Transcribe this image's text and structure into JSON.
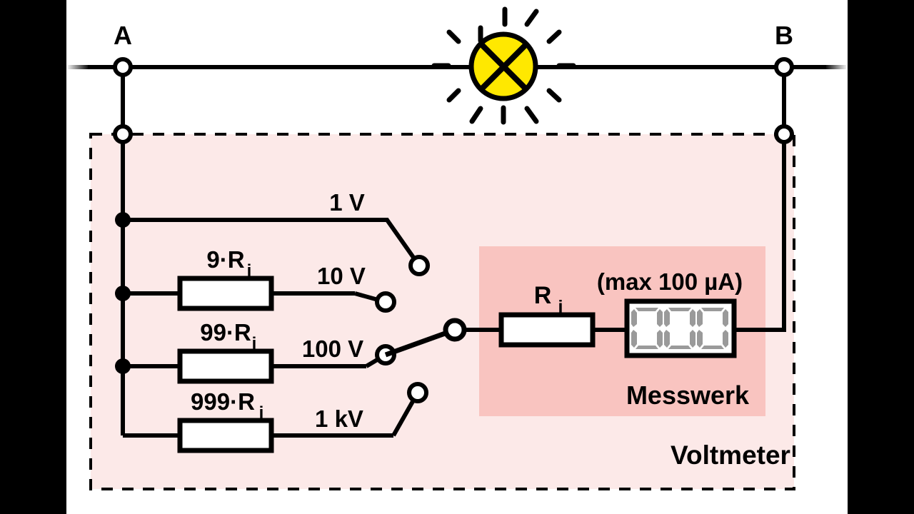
{
  "diagram": {
    "title": "Voltmeter",
    "terminals": {
      "left": "A",
      "right": "B"
    },
    "lamp": {
      "name": "lamp",
      "color": "#ffe800"
    },
    "enclosure_label": "Voltmeter",
    "measuring_unit": {
      "label": "Messwerk",
      "internal_resistor": "R",
      "internal_resistor_sub": "i",
      "max_current": "(max 100 µA)",
      "display_digits": [
        "0",
        "0",
        "0"
      ],
      "display_color": "#9a9a9a"
    },
    "ranges": [
      {
        "name": "range-1v",
        "voltage": "1 V",
        "multiplier": "",
        "multiplier_sub": "",
        "has_resistor": false,
        "selected": false
      },
      {
        "name": "range-10v",
        "voltage": "10 V",
        "multiplier": "9·R",
        "multiplier_sub": "i",
        "has_resistor": true,
        "selected": false
      },
      {
        "name": "range-100v",
        "voltage": "100 V",
        "multiplier": "99·R",
        "multiplier_sub": "i",
        "has_resistor": true,
        "selected": true
      },
      {
        "name": "range-1kv",
        "voltage": "1 kV",
        "multiplier": "999·R",
        "multiplier_sub": "i",
        "has_resistor": true,
        "selected": false
      }
    ],
    "colors": {
      "wire": "#000000",
      "enclosure_fill": "#fce9e8",
      "measuring_fill": "#f9c4c0",
      "lamp_fill": "#ffe800",
      "background": "#ffffff",
      "letterbox": "#000000"
    }
  }
}
